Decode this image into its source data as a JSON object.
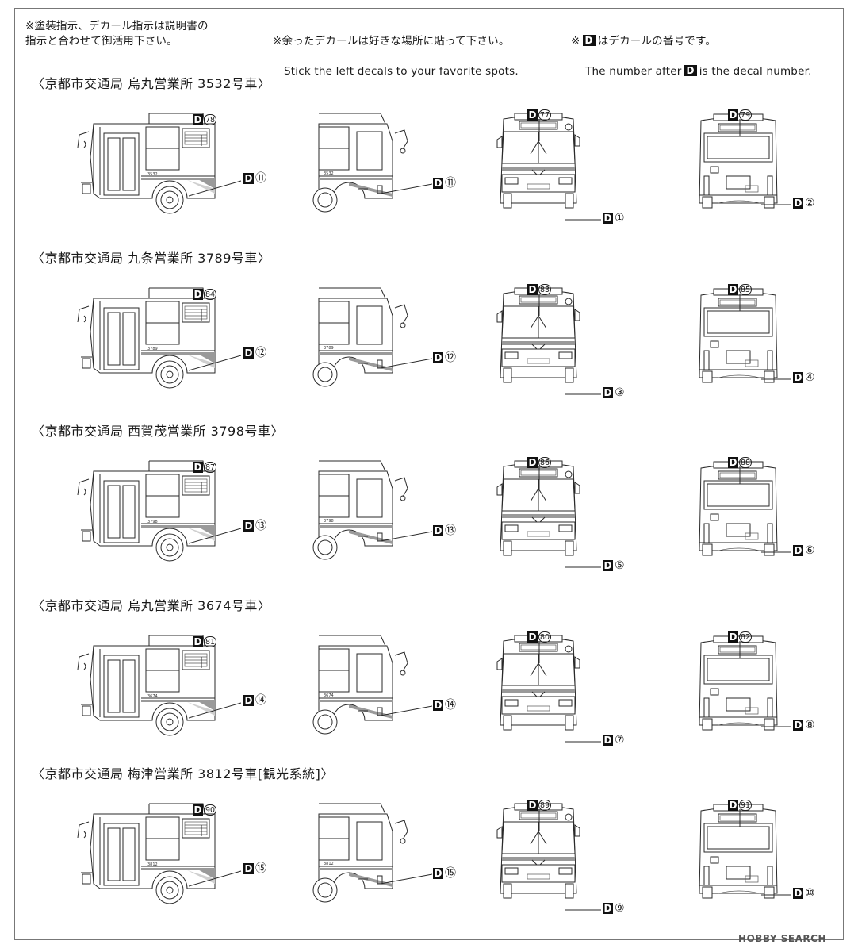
{
  "notes": {
    "note1": "※塗装指示、デカール指示は説明書の\n指示と合わせて御活用下さい。",
    "note2_ja": "※余ったデカールは好きな場所に貼って下さい。",
    "note2_en": "Stick the left decals to your favorite spots.",
    "note3_prefix": "※",
    "note3_ja": "はデカールの番号です。",
    "note3_en_before": "The number after",
    "note3_en_after": "is the decal number.",
    "d_symbol": "D"
  },
  "sections": [
    {
      "title": "〈京都市交通局 烏丸営業所 3532号車〉",
      "decals": {
        "side_top": "78",
        "side_mid": "11",
        "rear_side": "11",
        "front_top": "77",
        "front_bottom": "1",
        "back_top": "79",
        "back_right": "2"
      },
      "fleet_label": "3532"
    },
    {
      "title": "〈京都市交通局 九条営業所 3789号車〉",
      "decals": {
        "side_top": "84",
        "side_mid": "12",
        "rear_side": "12",
        "front_top": "83",
        "front_bottom": "3",
        "back_top": "85",
        "back_right": "4"
      },
      "fleet_label": "3789"
    },
    {
      "title": "〈京都市交通局 西賀茂営業所 3798号車〉",
      "decals": {
        "side_top": "87",
        "side_mid": "13",
        "rear_side": "13",
        "front_top": "86",
        "front_bottom": "5",
        "back_top": "88",
        "back_right": "6"
      },
      "fleet_label": "3798"
    },
    {
      "title": "〈京都市交通局 烏丸営業所 3674号車〉",
      "decals": {
        "side_top": "81",
        "side_mid": "14",
        "rear_side": "14",
        "front_top": "80",
        "front_bottom": "7",
        "back_top": "82",
        "back_right": "8"
      },
      "fleet_label": "3674"
    },
    {
      "title": "〈京都市交通局 梅津営業所 3812号車[観光系統]〉",
      "decals": {
        "side_top": "90",
        "side_mid": "15",
        "rear_side": "15",
        "front_top": "89",
        "front_bottom": "9",
        "back_top": "91",
        "back_right": "10"
      },
      "fleet_label": "3812"
    }
  ],
  "watermark": "HOBBY SEARCH"
}
